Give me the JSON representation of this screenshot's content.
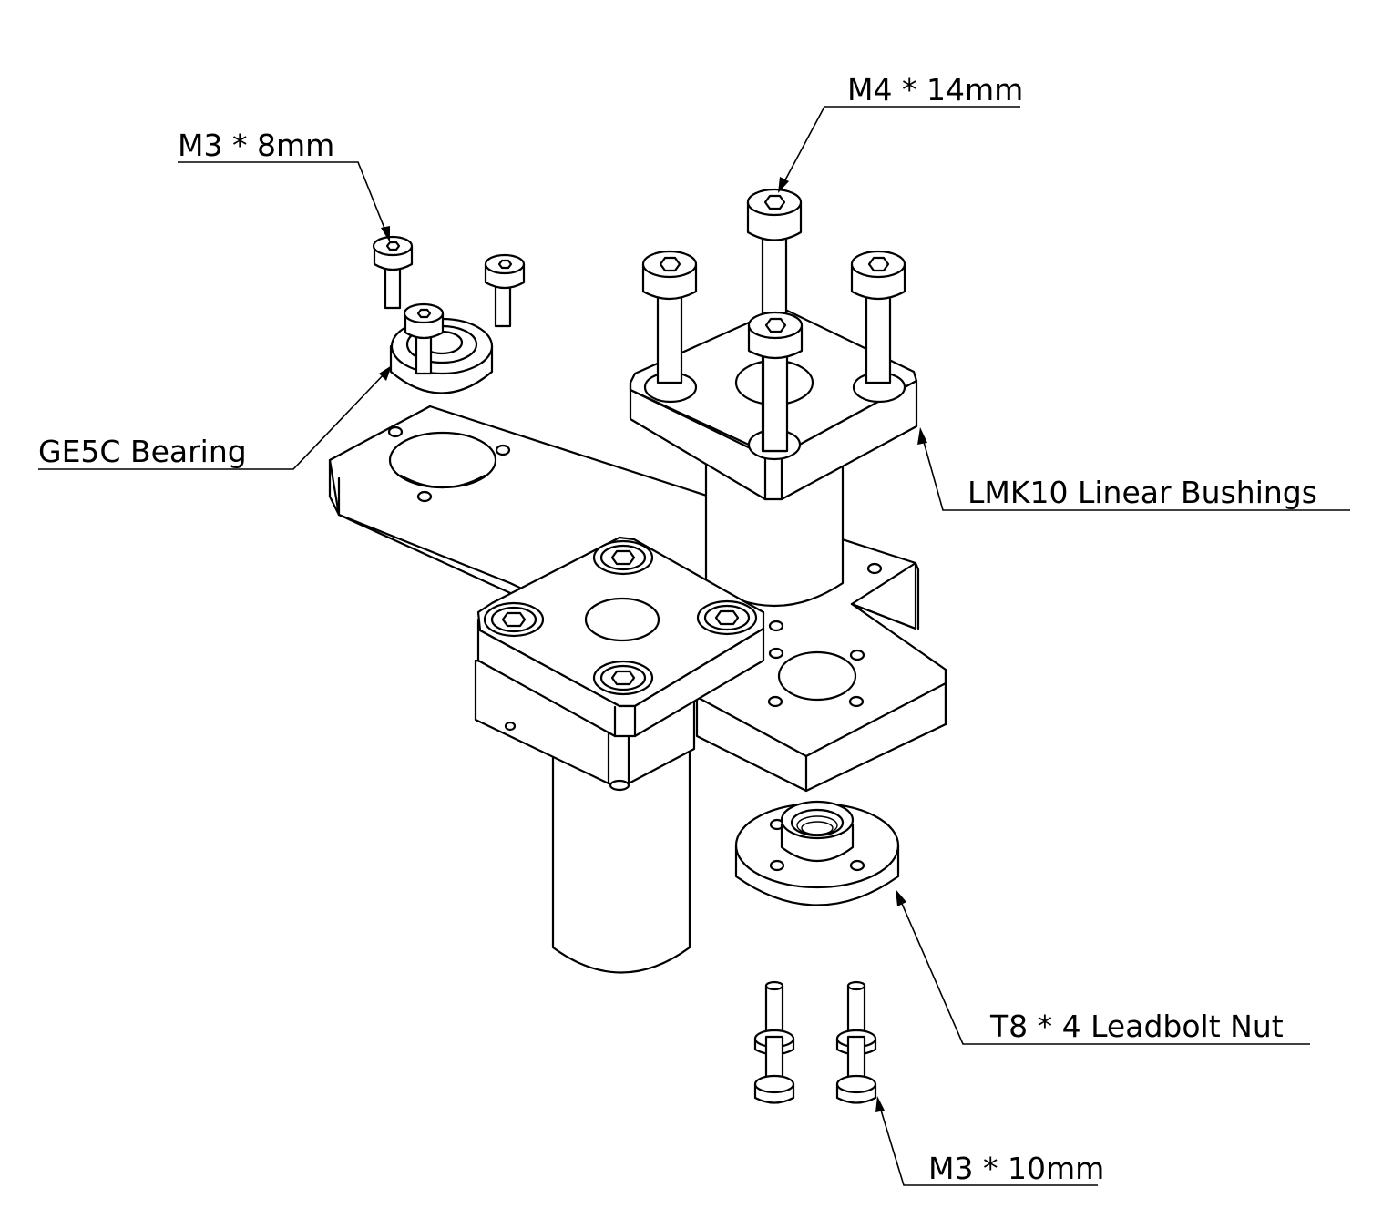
{
  "callouts": {
    "m3_8mm": "M3 * 8mm",
    "m4_14mm": "M4 * 14mm",
    "ge5c_bearing": "GE5C Bearing",
    "lmk10_bushings": "LMK10 Linear Bushings",
    "t8_leadbolt_nut": "T8 * 4 Leadbolt Nut",
    "m3_10mm": "M3 * 10mm"
  }
}
